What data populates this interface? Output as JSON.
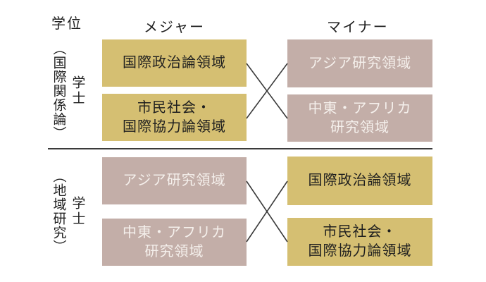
{
  "header": {
    "degree": "学位",
    "major": "メジャー",
    "minor": "マイナー"
  },
  "colors": {
    "gold": "#d5bf72",
    "mauve": "#c3aea8",
    "dark_text": "#1f1f1f",
    "light_text": "#f5f0ec",
    "line": "#3a3a3a"
  },
  "sections": [
    {
      "degree": "学士",
      "qualifier": "（国際関係論）",
      "major_boxes": [
        {
          "label": "国際政治論領域"
        },
        {
          "label": "市民社会・\n国際協力論領域"
        }
      ],
      "minor_boxes": [
        {
          "label": "アジア研究領域"
        },
        {
          "label": "中東・アフリカ\n研究領域"
        }
      ]
    },
    {
      "degree": "学士",
      "qualifier": "（地域研究）",
      "major_boxes": [
        {
          "label": "アジア研究領域"
        },
        {
          "label": "中東・アフリカ\n研究領域"
        }
      ],
      "minor_boxes": [
        {
          "label": "国際政治論領域"
        },
        {
          "label": "市民社会・\n国際協力論領域"
        }
      ]
    }
  ]
}
